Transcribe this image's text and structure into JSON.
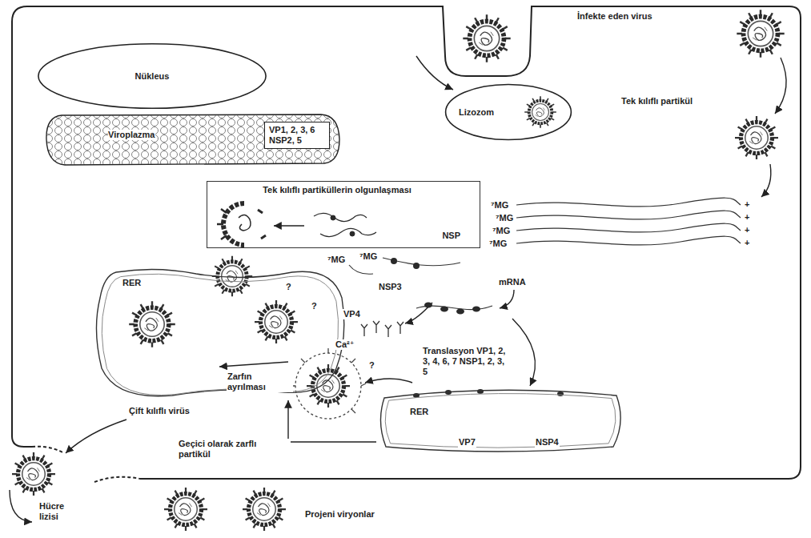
{
  "diagram": {
    "nodes": [
      {
        "text": [
          "Nükleus"
        ]
      },
      {
        "text": [
          "Viroplazma"
        ]
      },
      {
        "text": [
          "VP1, 2, 3, 6 NSP2, 5"
        ],
        "in": 1
      },
      {
        "text": [
          "Lizozom"
        ]
      },
      {
        "text": [
          "Tek kılıflı partiküllerin olgunlaşması",
          "NSP"
        ]
      },
      {
        "text": [
          "RER"
        ]
      },
      {
        "text": [
          "RER"
        ]
      }
    ],
    "edges": [
      {
        "from": 6,
        "to": 5,
        "arrow": "to"
      }
    ],
    "labels": [
      "İnfekte eden virus",
      "Tek kılıflı partikül",
      "⁷MG",
      "⁷MG",
      "⁷MG",
      "⁷MG",
      "+",
      "+",
      "+",
      "+",
      "⁷MG",
      "⁷MG",
      "NSP3",
      "mRNA",
      "?",
      "?",
      "VP4",
      "Ca²⁺",
      "?",
      "Translasyon VP1, 2, 3, 4, 6, 7 NSP1, 2, 3, 5",
      "Zarfın ayrılması",
      "VP7",
      "NSP4",
      "Çift kılıflı virüs",
      "Geçici olarak zarflı partikül",
      "Hücre lizisi",
      "Projeni viryonlar"
    ]
  }
}
